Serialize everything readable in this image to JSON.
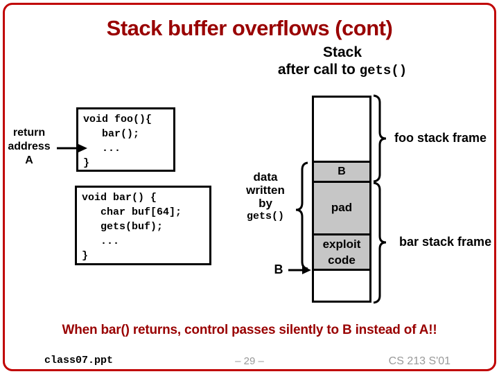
{
  "slide": {
    "title": "Stack buffer overflows (cont)",
    "subtitle": {
      "line1": "Stack",
      "line2_prefix": "after call to ",
      "line2_code": "gets()"
    },
    "colors": {
      "accent_text": "#990000",
      "border_red": "#c00000",
      "cell_gray": "#c6c6c6",
      "footer_gray": "#999999"
    }
  },
  "diagram": {
    "return_address_label": "return\naddress\nA",
    "code_foo": "void foo(){\n   bar();\n   ...\n}",
    "code_bar": "void bar() {\n   char buf[64];\n   gets(buf);\n   ...\n}",
    "data_written_label": "data\nwritten\nby",
    "data_written_code": "gets()",
    "b_pointer_label": "B",
    "stack": {
      "cells": [
        {
          "label": "B"
        },
        {
          "label": "pad"
        },
        {
          "label": "exploit\ncode"
        }
      ]
    },
    "frame_labels": {
      "foo": "foo stack frame",
      "bar": "bar stack frame"
    }
  },
  "emphasis": "When bar() returns, control passes silently to B instead of A!!",
  "footer": {
    "left": "class07.ppt",
    "center": "– 29 –",
    "right": "CS 213 S'01"
  }
}
